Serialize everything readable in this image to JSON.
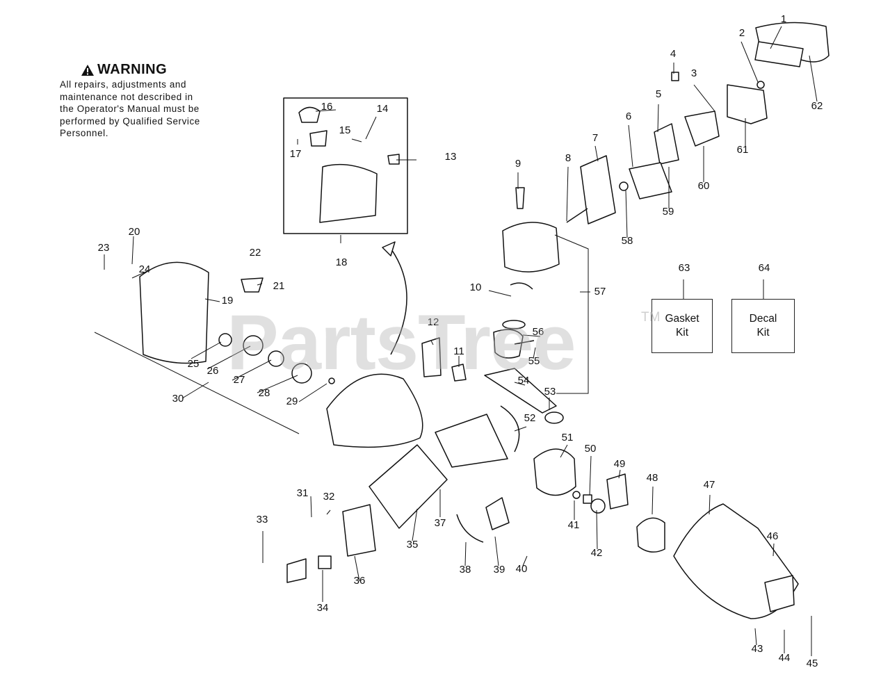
{
  "warning": {
    "title": "WARNING",
    "text": "All repairs, adjustments and\nmaintenance not described in\nthe Operator's Manual must be\nperformed by Qualified Service\nPersonnel."
  },
  "watermark": {
    "text": "PartsTree",
    "tm": "TM"
  },
  "kits": [
    {
      "number": "63",
      "label": "Gasket\nKit"
    },
    {
      "number": "64",
      "label": "Decal\nKit"
    }
  ],
  "part_numbers": [
    "1",
    "2",
    "3",
    "4",
    "5",
    "6",
    "7",
    "8",
    "9",
    "10",
    "11",
    "12",
    "13",
    "14",
    "15",
    "16",
    "17",
    "18",
    "19",
    "20",
    "21",
    "22",
    "23",
    "24",
    "25",
    "26",
    "27",
    "28",
    "29",
    "30",
    "31",
    "32",
    "33",
    "34",
    "35",
    "36",
    "37",
    "38",
    "39",
    "40",
    "41",
    "42",
    "43",
    "44",
    "45",
    "46",
    "47",
    "48",
    "49",
    "50",
    "51",
    "52",
    "53",
    "54",
    "55",
    "56",
    "57",
    "58",
    "59",
    "60",
    "61",
    "62",
    "63",
    "64"
  ]
}
